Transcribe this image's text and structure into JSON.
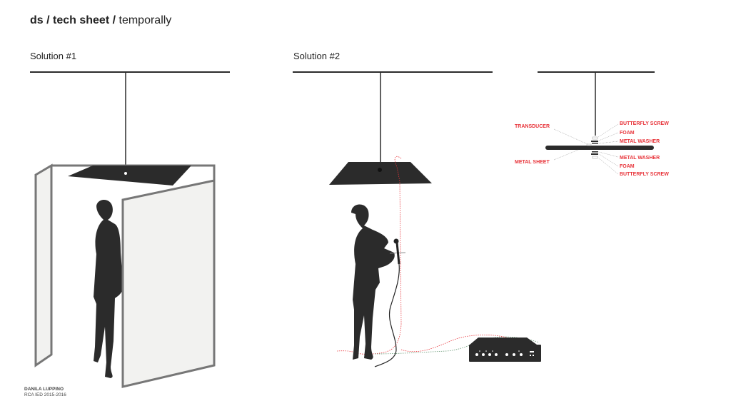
{
  "header": {
    "title_bold": "ds / tech sheet /",
    "title_regular": "temporally"
  },
  "solutions": [
    {
      "label": "Solution #1"
    },
    {
      "label": "Solution #2"
    }
  ],
  "detail_labels": {
    "transducer": "TRANSDUCER",
    "metal_sheet": "METAL SHEET",
    "butterfly_screw_top": "BUTTERFLY SCREW",
    "foam_top": "FOAM",
    "metal_washer_top": "METAL WASHER",
    "metal_washer_bottom": "METAL WASHER",
    "foam_bottom": "FOAM",
    "butterfly_screw_bottom": "BUTTERFLY SCREW"
  },
  "credit": {
    "author": "DANILA LUPPINO",
    "course": "RCA IED 2015-2016"
  },
  "colors": {
    "label_red": "#e8343a",
    "dark": "#2b2b2b",
    "panel_outline": "#777777",
    "cable_green": "#6a9a78"
  }
}
